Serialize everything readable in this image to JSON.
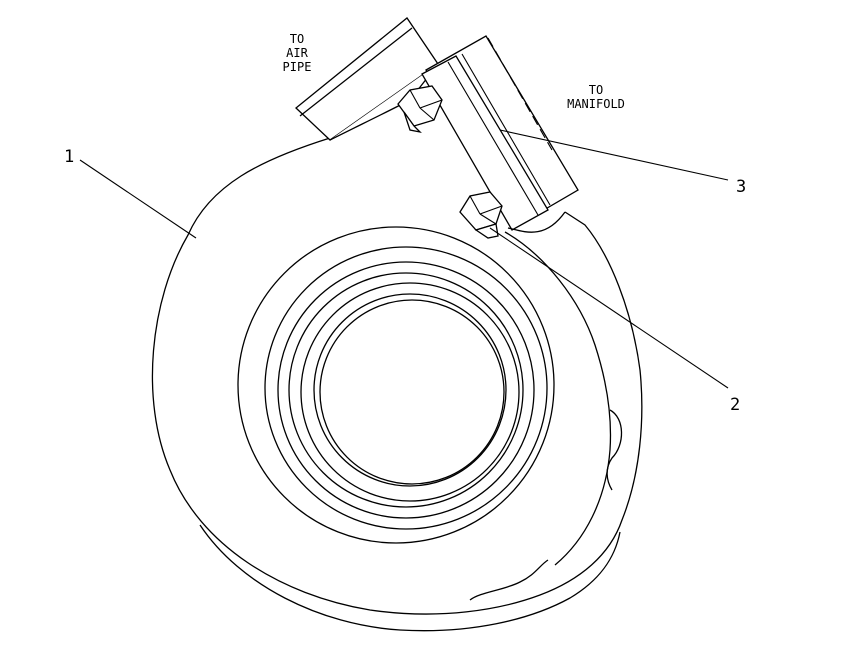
{
  "labels": {
    "air_pipe_line1": "TO",
    "air_pipe_line2": "AIR",
    "air_pipe_line3": "PIPE",
    "manifold_line1": "TO",
    "manifold_line2": "MANIFOLD"
  },
  "callouts": {
    "c1": "1",
    "c2": "2",
    "c3": "3"
  }
}
